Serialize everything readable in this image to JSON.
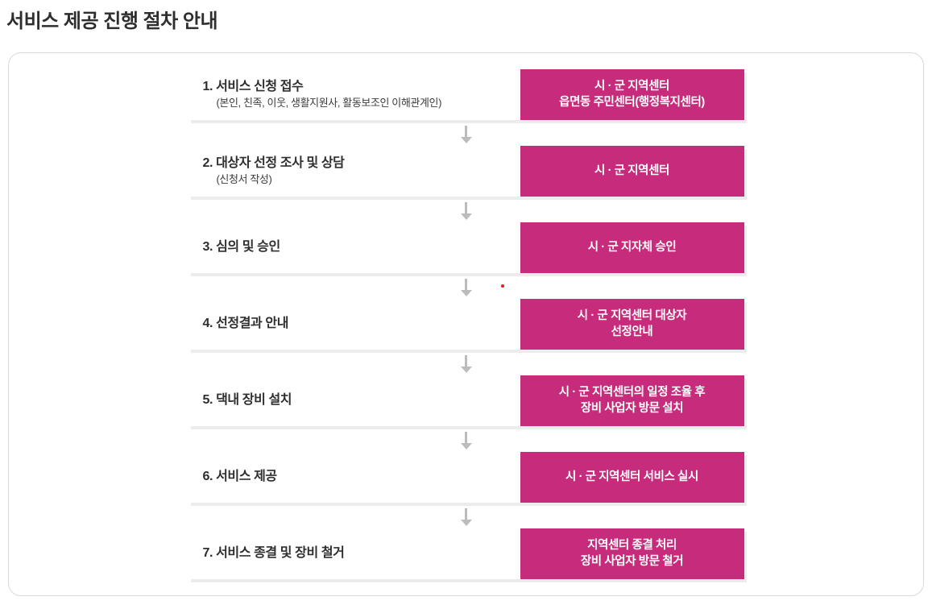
{
  "page_title": "서비스 제공 진행 절차 안내",
  "colors": {
    "accent": "#c62b7c",
    "arrow": "#bcbcbc",
    "panel_border": "#d9d9d9",
    "row_shadow": "#ececec",
    "text_dark": "#2e2e2e",
    "stray_dot": "#e01f1f"
  },
  "steps": [
    {
      "title": "1. 서비스 신청 접수",
      "subtitle": "(본인, 친족, 이웃, 생활지원사, 활동보조인 이해관계인)",
      "agency": [
        "시 · 군 지역센터",
        "읍면동 주민센터(행정복지센터)"
      ]
    },
    {
      "title": "2. 대상자 선정 조사 및 상담",
      "subtitle": "(신청서 작성)",
      "agency": [
        "시 · 군 지역센터"
      ]
    },
    {
      "title": "3. 심의 및 승인",
      "subtitle": "",
      "agency": [
        "시 · 군 지자체 승인"
      ]
    },
    {
      "title": "4. 선정결과 안내",
      "subtitle": "",
      "agency": [
        "시 · 군 지역센터 대상자",
        "선정안내"
      ]
    },
    {
      "title": "5. 댁내 장비 설치",
      "subtitle": "",
      "agency": [
        "시 · 군 지역센터의 일정 조율 후",
        "장비 사업자 방문 설치"
      ]
    },
    {
      "title": "6. 서비스 제공",
      "subtitle": "",
      "agency": [
        "시 · 군 지역센터 서비스 실시"
      ]
    },
    {
      "title": "7. 서비스 종결 및 장비 철거",
      "subtitle": "",
      "agency": [
        "지역센터 종결 처리",
        "장비 사업자 방문 철거"
      ]
    }
  ]
}
